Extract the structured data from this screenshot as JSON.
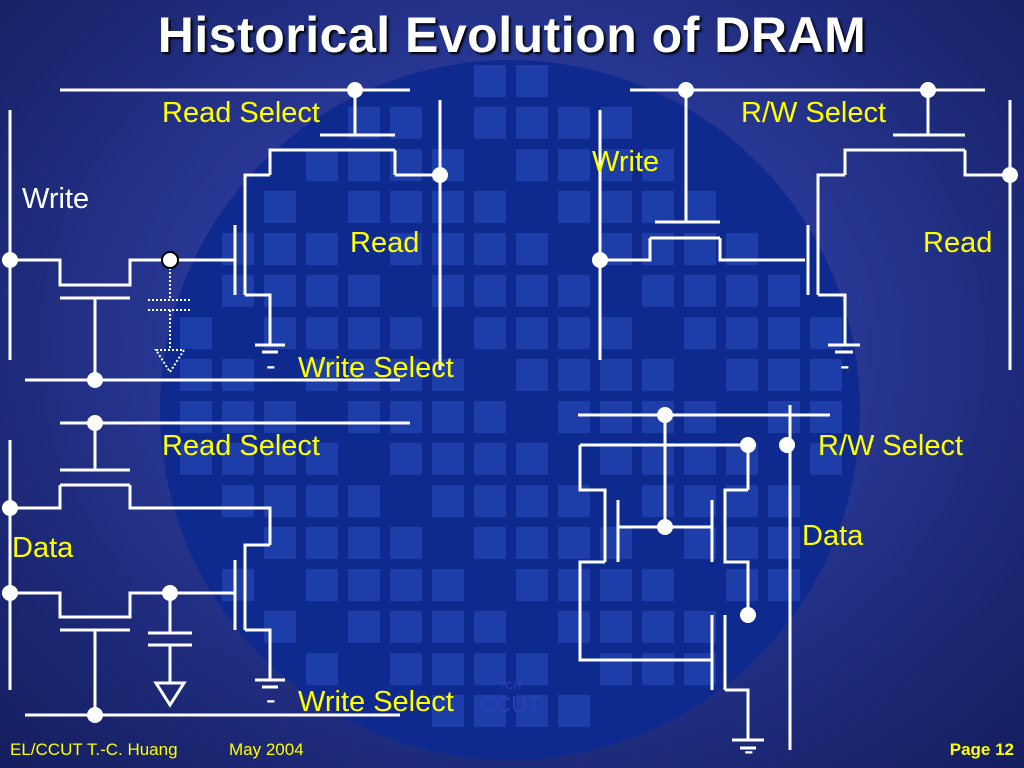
{
  "title": "Historical Evolution of DRAM",
  "labels": {
    "c1_read_select": "Read Select",
    "c1_write": "Write",
    "c1_read": "Read",
    "c1_write_select": "Write Select",
    "c2_rw_select": "R/W Select",
    "c2_write": "Write",
    "c2_read": "Read",
    "c3_read_select": "Read Select",
    "c3_data": "Data",
    "c3_write_select": "Write Select",
    "c4_rw_select": "R/W Select",
    "c4_data": "Data",
    "minus": "-"
  },
  "footer": {
    "author": "EL/CCUT T.-C. Huang",
    "date": "May 2004",
    "page": "Page  12"
  },
  "logo": {
    "top": "TCH",
    "bottom": "CCUT"
  }
}
